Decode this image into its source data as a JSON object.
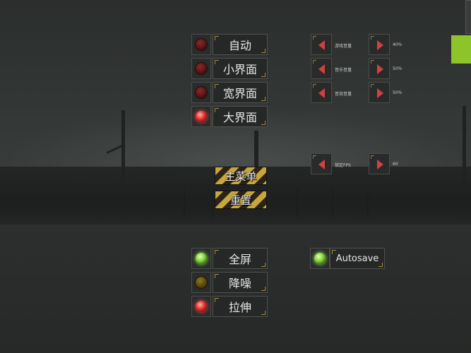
{
  "colors": {
    "accent_green": "#8cc42a",
    "lamp_red": "#e03030",
    "lamp_green": "#7ed43a",
    "arrow_red": "#d24040",
    "hazard_yellow": "#c9a63a"
  },
  "display_modes": [
    {
      "label": "自动",
      "lamp": "red-off"
    },
    {
      "label": "小界面",
      "lamp": "red-off"
    },
    {
      "label": "宽界面",
      "lamp": "red-off"
    },
    {
      "label": "大界面",
      "lamp": "red-on"
    }
  ],
  "menu": {
    "main_menu_label": "主菜单",
    "reset_label": "重置"
  },
  "sliders": [
    {
      "label": "游戏音量",
      "value": "40%"
    },
    {
      "label": "音乐音量",
      "value": "50%"
    },
    {
      "label": "音效音量",
      "value": "50%"
    },
    {
      "label": "锁定FPS",
      "value": "60"
    }
  ],
  "toggles": [
    {
      "label": "全屏",
      "lamp": "green-on"
    },
    {
      "label": "降噪",
      "lamp": "amber-off"
    },
    {
      "label": "拉伸",
      "lamp": "red-on"
    }
  ],
  "autosave": {
    "label": "Autosave",
    "lamp": "green-on"
  },
  "icons": [
    "lamp-icon",
    "arrow-left-icon",
    "arrow-right-icon"
  ]
}
